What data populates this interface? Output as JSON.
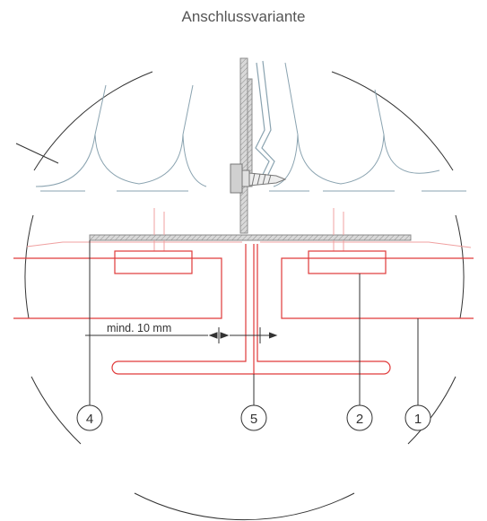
{
  "title": "Anschlussvariante",
  "dimension_label": "mind. 10 mm",
  "callouts": [
    {
      "id": "callout-4",
      "number": "4"
    },
    {
      "id": "callout-5",
      "number": "5"
    },
    {
      "id": "callout-2",
      "number": "2"
    },
    {
      "id": "callout-1",
      "number": "1"
    }
  ],
  "colors": {
    "flashing": "#e03a3a",
    "flashing_light": "#f0a0a0",
    "steel": "#9a9a9a",
    "roof": "#8aa3b0",
    "outline": "#333333"
  }
}
